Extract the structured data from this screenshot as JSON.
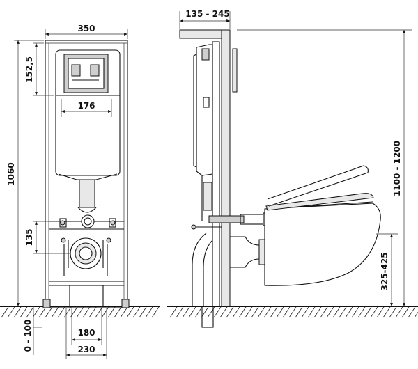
{
  "dimensions": {
    "frame_width": "350",
    "height_top_to_panel": "152,5",
    "panel_width": "176",
    "frame_height": "1060",
    "pipe_height": "135",
    "bolt_spacing": "180",
    "outlet_width": "230",
    "floor_offset": "0 - 100",
    "wall_depth": "135 - 245",
    "total_height": "1100 - 1200",
    "bowl_height": "325-425"
  }
}
